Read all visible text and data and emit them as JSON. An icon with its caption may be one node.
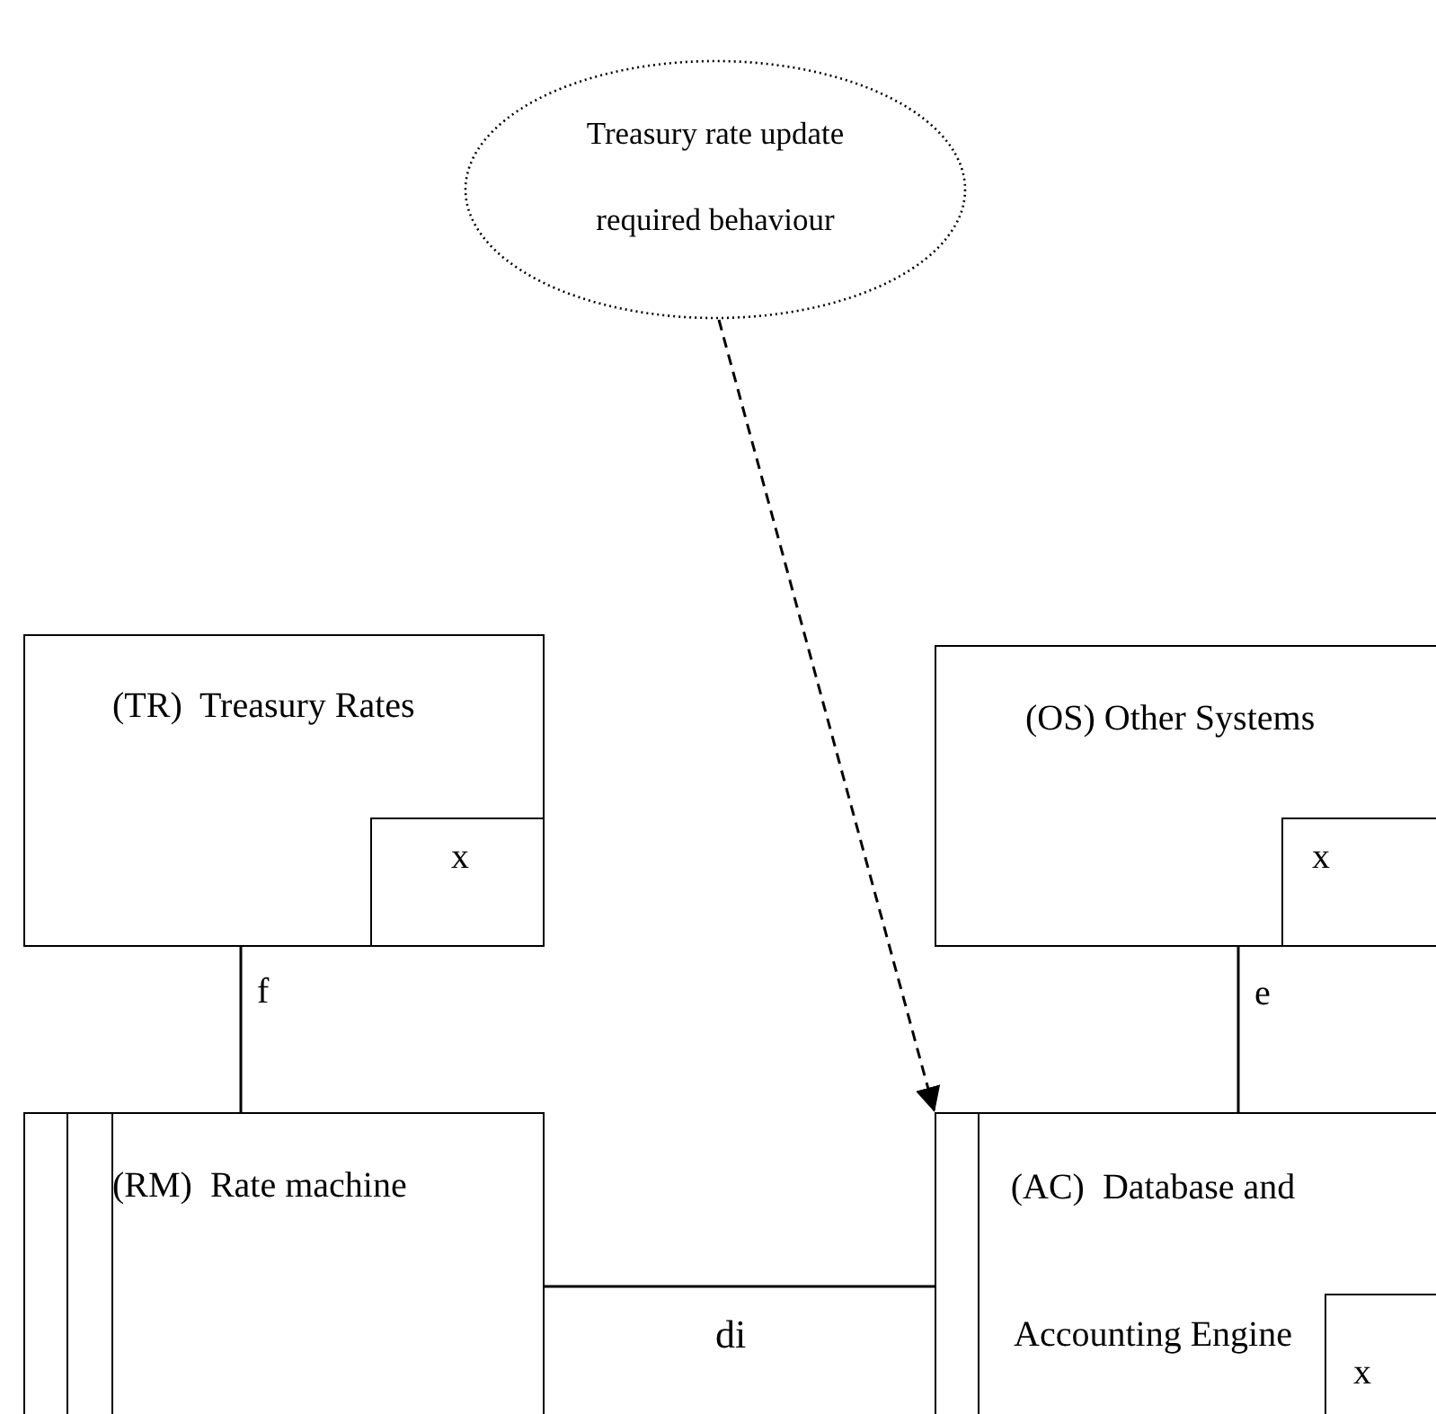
{
  "diagram": {
    "nodes": [
      {
        "text": [
          "Treasury rate update required behaviour"
        ]
      },
      {
        "text": [
          "(TR)  Treasury Rates"
        ]
      },
      {
        "text": [
          "x"
        ],
        "in": 1
      },
      {
        "text": [
          "(OS) Other Systems"
        ]
      },
      {
        "text": [
          "x"
        ],
        "in": 3
      },
      {
        "text": [
          "(RM)  Rate machine"
        ]
      },
      {
        "text": [
          "(AC)  Database and Accounting Engine"
        ]
      },
      {
        "text": [
          "x"
        ],
        "in": 6
      }
    ],
    "edges": [
      {
        "from": 0,
        "to": 6,
        "arrow": "to",
        "style": "dashed"
      },
      {
        "from": 1,
        "to": 5,
        "arrow": "none",
        "label": "f"
      },
      {
        "from": 3,
        "to": 6,
        "arrow": "none",
        "label": "e"
      },
      {
        "from": 5,
        "to": 6,
        "arrow": "none",
        "label": "di"
      }
    ]
  }
}
